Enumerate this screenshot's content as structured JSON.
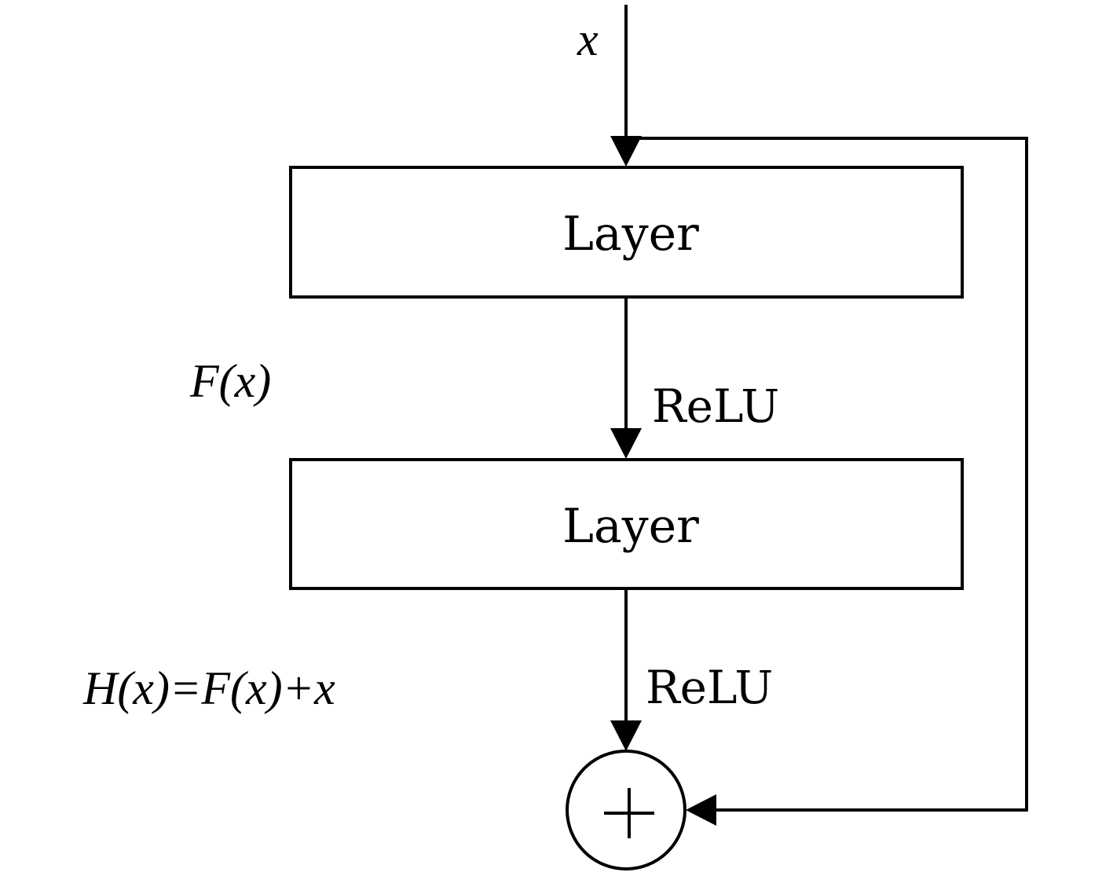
{
  "input_label": "x",
  "layers": [
    {
      "label": "Layer"
    },
    {
      "label": "Layer"
    }
  ],
  "activations": [
    {
      "label": "ReLU"
    },
    {
      "label": "ReLU"
    }
  ],
  "residual_label": "F(x)",
  "output_label": "H(x)=F(x)+x",
  "sum_node_symbol": "+",
  "colors": {
    "stroke": "#000000",
    "background": "#ffffff"
  }
}
